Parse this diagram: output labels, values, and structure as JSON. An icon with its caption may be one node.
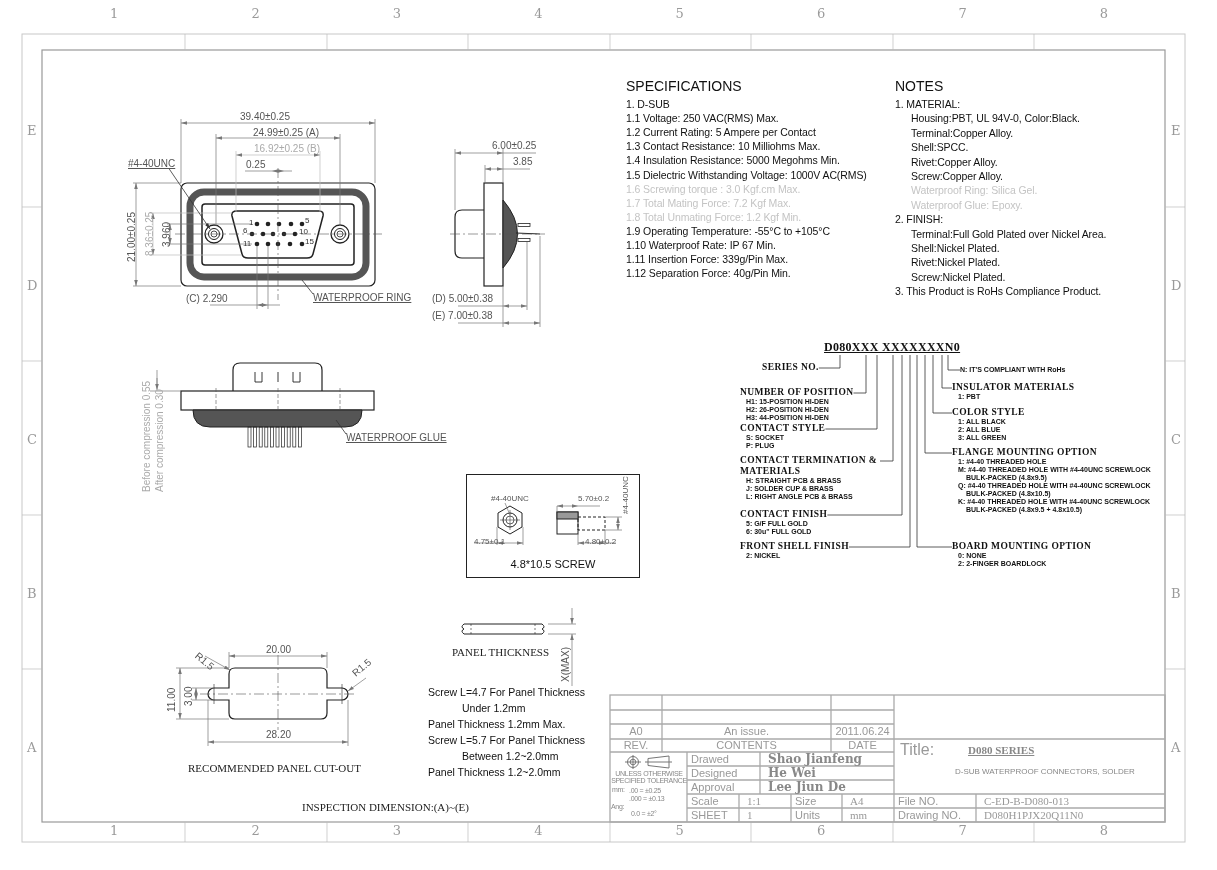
{
  "diagram": {
    "nodes": [
      {
        "text": [
          "D080XXX XXXXXXXN0"
        ]
      },
      {
        "text": [
          "SERIES NO."
        ]
      },
      {
        "text": [
          "NUMBER OF POSITION",
          "H1: 15-POSITION HI-DEN",
          "H2: 26-POSITION HI-DEN",
          "H3: 44-POSITION HI-DEN"
        ]
      },
      {
        "text": [
          "CONTACT STYLE",
          "S: SOCKET",
          "P: PLUG"
        ]
      },
      {
        "text": [
          "CONTACT TERMINATION & MATERIALS",
          "H: STRAIGHT PCB & BRASS",
          "J: SOLDER CUP & BRASS",
          "L: RIGHT ANGLE PCB & BRASS"
        ]
      },
      {
        "text": [
          "CONTACT FINISH",
          "5: G/F FULL GOLD",
          "6: 30u\" FULL GOLD"
        ]
      },
      {
        "text": [
          "FRONT SHELL FINISH",
          "2: NICKEL"
        ]
      },
      {
        "text": [
          "N: IT'S COMPLIANT WITH RoHs"
        ]
      },
      {
        "text": [
          "INSULATOR MATERIALS",
          "1: PBT"
        ]
      },
      {
        "text": [
          "COLOR STYLE",
          "1: ALL BLACK",
          "2: ALL BLUE",
          "3: ALL GREEN"
        ]
      },
      {
        "text": [
          "FLANGE MOUNTING OPTION",
          "1: #4-40 THREADED HOLE",
          "M: #4-40 THREADED HOLE WITH #4-40UNC SCREWLOCK BULK-PACKED (4.8x9.5)",
          "Q: #4-40 THREADED HOLE WITH #4-40UNC SCREWLOCK BULK-PACKED (4.8x10.5)",
          "K: #4-40 THREADED HOLE WITH #4-40UNC SCREWLOCK BULK-PACKED (4.8x9.5 + 4.8x10.5)"
        ]
      },
      {
        "text": [
          "BOARD MOUNTING OPTION",
          "0: NONE",
          "2: 2-FINGER BOARDLOCK"
        ]
      },
      {
        "text": [
          "#4-40UNC"
        ]
      },
      {
        "text": [
          "WATERPROOF RING"
        ]
      },
      {
        "text": [
          "WATERPROOF GLUE"
        ]
      },
      {
        "text": [
          "4.8*10.5 SCREW"
        ]
      }
    ],
    "edges": [
      {
        "from": 1,
        "to": 0,
        "arrow": "none"
      },
      {
        "from": 2,
        "to": 0,
        "arrow": "none"
      },
      {
        "from": 3,
        "to": 0,
        "arrow": "none"
      },
      {
        "from": 4,
        "to": 0,
        "arrow": "none"
      },
      {
        "from": 5,
        "to": 0,
        "arrow": "none"
      },
      {
        "from": 6,
        "to": 0,
        "arrow": "none"
      },
      {
        "from": 11,
        "to": 0,
        "arrow": "none"
      },
      {
        "from": 10,
        "to": 0,
        "arrow": "none"
      },
      {
        "from": 9,
        "to": 0,
        "arrow": "none"
      },
      {
        "from": 8,
        "to": 0,
        "arrow": "none"
      },
      {
        "from": 7,
        "to": 0,
        "arrow": "none"
      },
      {
        "from": 12,
        "to": null,
        "arrow": "to"
      },
      {
        "from": 13,
        "to": null,
        "arrow": "none"
      },
      {
        "from": 14,
        "to": null,
        "arrow": "none"
      }
    ],
    "labels": [
      "1",
      "2",
      "3",
      "4",
      "5",
      "6",
      "7",
      "8",
      "E",
      "E",
      "D",
      "D",
      "C",
      "C",
      "B",
      "B",
      "A",
      "A",
      "SPECIFICATIONS",
      "1. D-SUB",
      "1.1 Voltage: 250 VAC(RMS) Max.",
      "1.2 Current Rating: 5 Ampere per Contact",
      "1.3 Contact Resistance: 10 Milliohms Max.",
      "1.4 Insulation Resistance: 5000 Megohms Min.",
      "1.5 Dielectric Withstanding Voltage: 1000V AC(RMS)",
      "1.6 Screwing torque : 3.0 Kgf.cm Max.",
      "1.7 Total Mating Force: 7.2 Kgf Max.",
      "1.8 Total Unmating Force: 1.2 Kgf Min.",
      "1.9 Operating Temperature: -55°C to +105°C",
      "1.10 Waterproof Rate: IP 67 Min.",
      "1.11 Insertion Force: 339g/Pin Max.",
      "1.12 Separation Force: 40g/Pin Min.",
      "NOTES",
      "1. MATERIAL:",
      "Housing:PBT, UL 94V-0, Color:Black.",
      "Terminal:Copper Alloy.",
      "Shell:SPCC.",
      "Rivet:Copper Alloy.",
      "Screw:Copper Alloy.",
      "Waterproof Ring: Silica Gel.",
      "Waterproof Glue: Epoxy.",
      "2. FINISH:",
      "Terminal:Full Gold Plated over Nickel Area.",
      "Shell:Nickel Plated.",
      "Rivet:Nickel Plated.",
      "Screw:Nickel Plated.",
      "3. This Product is RoHs Compliance Product.",
      "39.40±0.25",
      "24.99±0.25 (A)",
      "16.92±0.25 (B)",
      "0.25",
      "21.00±0.25",
      "8.36±0.25",
      "3.960",
      "1",
      "5",
      "6",
      "10",
      "11",
      "15",
      "(C) 2.290",
      "6.00±0.25",
      "3.85",
      "(D) 5.00±0.38",
      "(E) 7.00±0.38",
      "Before compression 0.55",
      "After compression 0.30",
      "#4-40UNC",
      "5.70±0.2",
      "#4-40UNC",
      "4.75±0.1",
      "4.80±0.2",
      "PANEL THICKNESS",
      "X(MAX)",
      "R1.5",
      "20.00",
      "R1.5",
      "11.00",
      "3.00",
      "28.20",
      "RECOMMENDED PANEL CUT-OUT",
      "Screw L=4.7 For Panel Thickness Under 1.2mm",
      "Panel Thickness 1.2mm Max.",
      "Screw L=5.7 For Panel Thickness Between 1.2~2.0mm",
      "Panel Thickness 1.2~2.0mm",
      "INSPECTION DIMENSION:(A)~(E)",
      "A0",
      "An issue.",
      "2011.06.24",
      "REV.",
      "CONTENTS",
      "DATE",
      "UNLESS OTHERWISE SPECIFIED TOLERANCE",
      "mm:",
      ".00 = ±0.25",
      ".000 = ±0.13",
      "Ang:",
      "0.0 = ±2°",
      "Drawed",
      "Shao Jianfeng",
      "Designed",
      "He Wei",
      "Approval",
      "Lee Jiun De",
      "Scale",
      "1:1",
      "Size",
      "A4",
      "SHEET",
      "1",
      "Units",
      "mm",
      "Title:",
      "D080 SERIES",
      "D-SUB WATERPROOF CONNECTORS, SOLDER",
      "File NO.",
      "C-ED-B-D080-013",
      "Drawing NO.",
      "D080H1PJX20Q11N0",
      "1",
      "2",
      "3",
      "4",
      "5",
      "6",
      "7",
      "8"
    ]
  }
}
